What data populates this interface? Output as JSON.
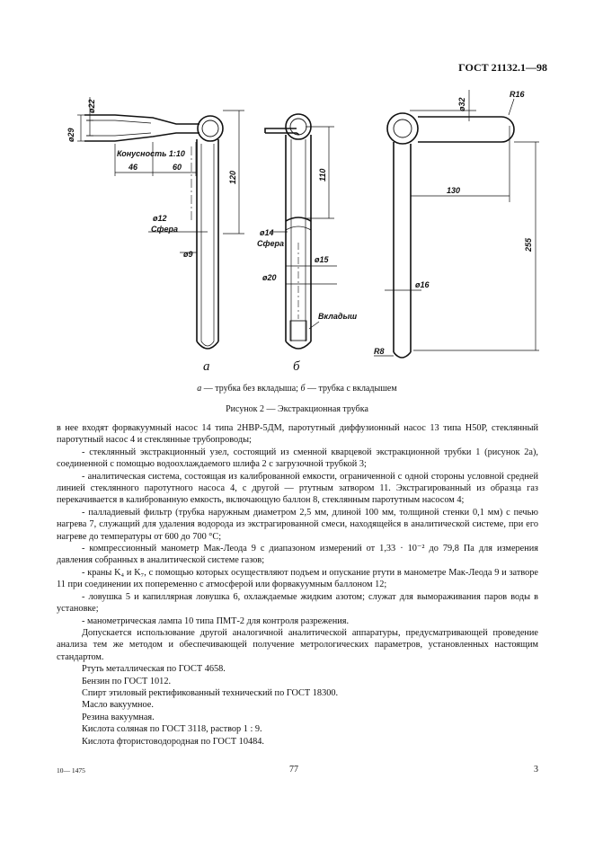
{
  "header": {
    "code": "ГОСТ 21132.1—98"
  },
  "figure": {
    "dims_a": {
      "d22": "ø22",
      "d29": "ø29",
      "taper": "Конусность 1:10",
      "l46": "46",
      "l60": "60",
      "l120": "120",
      "d12": "ø12",
      "sphere": "Сфера",
      "d9": "ø9"
    },
    "dims_b": {
      "l110": "110",
      "d14": "ø14",
      "sphere": "Сфера",
      "d15": "ø15",
      "d20": "ø20",
      "insert": "Вкладыш"
    },
    "dims_c": {
      "d32": "ø32",
      "r16": "R16",
      "l130": "130",
      "l255": "255",
      "d16": "ø16",
      "r8": "R8"
    },
    "labels": {
      "a": "а",
      "b": "б"
    },
    "legend": {
      "a_key": "а",
      "a_text": " — трубка без вкладыша; ",
      "b_key": "б",
      "b_text": " — трубка с вкладышем"
    },
    "title": "Рисунок 2 — Экстракционная трубка"
  },
  "body": {
    "p1": "в нее входят форвакуумный насос 14 типа 2НВР-5ДМ, паротутный диффузионный насос 13 типа Н50Р, стеклянный паротутный насос 4 и стеклянные трубопроводы;",
    "p2": "- стеклянный экстракционный узел, состоящий из сменной кварцевой экстракционной трубки 1 (рисунок 2а), соединенной с помощью водоохлаждаемого шлифа 2 с загрузочной трубкой 3;",
    "p3": "- аналитическая система, состоящая из калиброванной емкости, ограниченной с одной стороны условной средней линией стеклянного паротутного насоса 4, с другой — ртутным затвором 11. Экстрагированный из образца газ перекачивается в калиброванную емкость, включающую баллон 8, стеклянным паротутным насосом 4;",
    "p4": "- палладиевый фильтр (трубка наружным диаметром 2,5 мм, длиной 100 мм, толщиной стенки 0,1 мм) с печью нагрева 7, служащий для удаления водорода из экстрагированной смеси, находящейся в аналитической системе, при его нагреве до температуры от 600 до 700 °С;",
    "p5": "- компрессионный манометр Мак-Леода 9 с диапазоном измерений от 1,33 · 10⁻² до 79,8 Па для измерения давления собранных в аналитической системе газов;",
    "p6": "- краны K₄ и K₇, с помощью которых осуществляют подъем и опускание ртути в манометре Мак-Леода 9 и затворе 11 при соединении их попеременно с атмосферой или форвакуумным баллоном 12;",
    "p7": "- ловушка 5 и капиллярная ловушка 6, охлаждаемые жидким азотом; служат для вымораживания паров воды в установке;",
    "p8": "- манометрическая лампа 10 типа ПМТ-2 для контроля разрежения.",
    "p9": "Допускается использование другой аналогичной аналитической аппаратуры, предусматривающей проведение анализа тем же методом и обеспечивающей получение метрологических параметров, установленных настоящим стандартом.",
    "p10": "Ртуть металлическая по ГОСТ 4658.",
    "p11": "Бензин по ГОСТ 1012.",
    "p12": "Спирт этиловый ректификованный технический по ГОСТ 18300.",
    "p13": "Масло вакуумное.",
    "p14": "Резина вакуумная.",
    "p15": "Кислота соляная по ГОСТ 3118, раствор 1 : 9.",
    "p16": "Кислота фтористоводородная по ГОСТ 10484."
  },
  "footer": {
    "left": "10— 1475",
    "center": "77",
    "right": "3"
  }
}
